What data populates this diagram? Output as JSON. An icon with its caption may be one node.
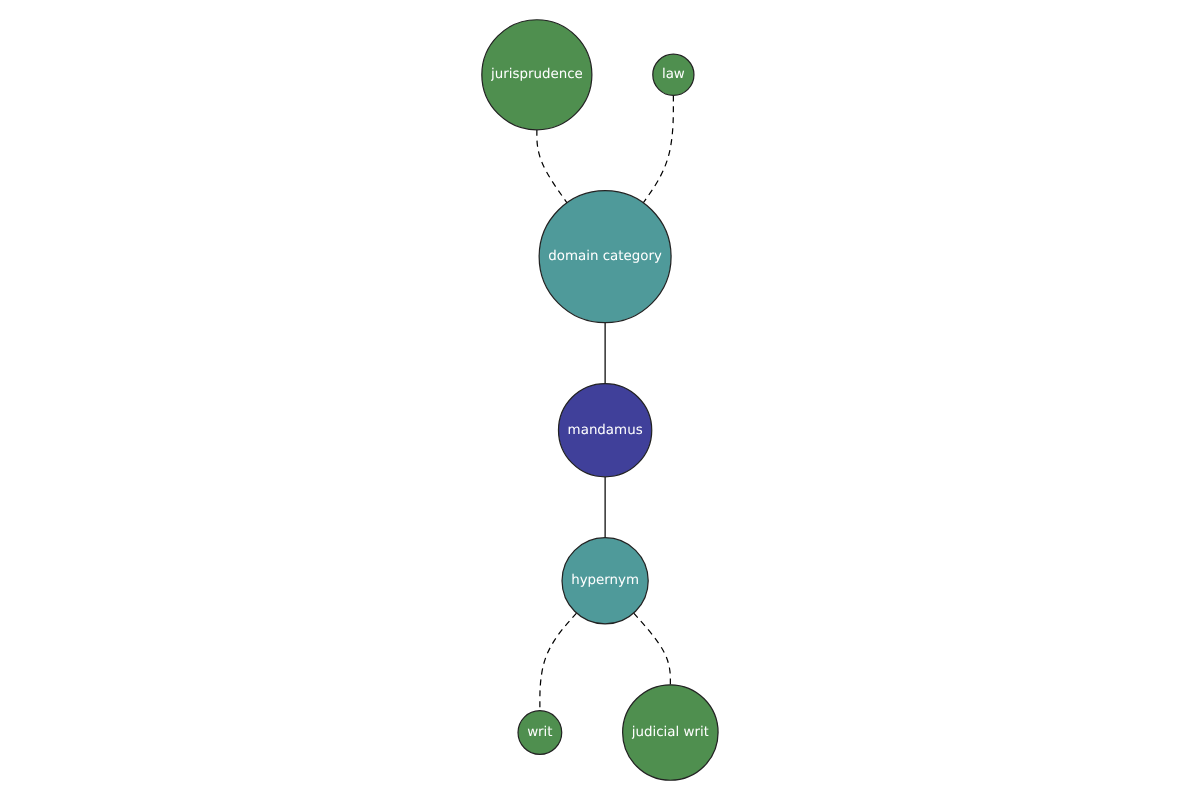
{
  "diagram": {
    "nodes": [
      {
        "text": [
          "jurisprudence"
        ]
      },
      {
        "text": [
          "law"
        ]
      },
      {
        "text": [
          "domain category"
        ]
      },
      {
        "text": [
          "mandamus"
        ]
      },
      {
        "text": [
          "hypernym"
        ]
      },
      {
        "text": [
          "writ"
        ]
      },
      {
        "text": [
          "judicial writ"
        ]
      }
    ],
    "edges": [
      {
        "from": 0,
        "to": 2,
        "arrow": "none",
        "style": "dashed"
      },
      {
        "from": 1,
        "to": 2,
        "arrow": "none",
        "style": "dashed"
      },
      {
        "from": 2,
        "to": 3,
        "arrow": "none"
      },
      {
        "from": 3,
        "to": 4,
        "arrow": "none"
      },
      {
        "from": 4,
        "to": 5,
        "arrow": "none",
        "style": "dashed"
      },
      {
        "from": 4,
        "to": 6,
        "arrow": "none",
        "style": "dashed"
      }
    ]
  }
}
